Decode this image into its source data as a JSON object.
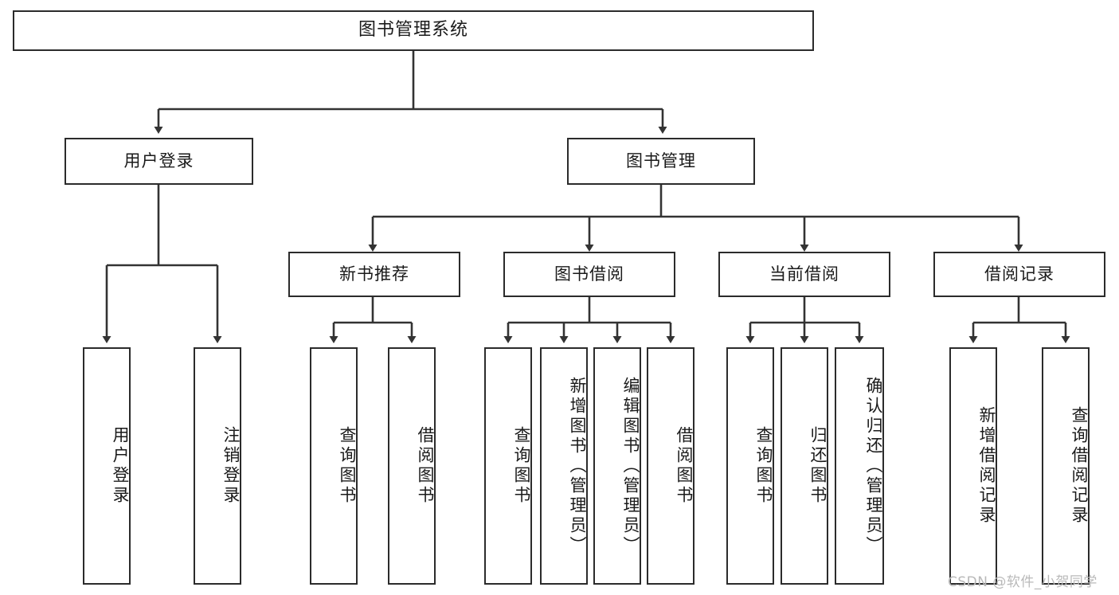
{
  "diagram": {
    "type": "tree-hierarchy",
    "title": "图书管理系统",
    "watermark": "CSDN @软件_小贺同学",
    "colors": {
      "node_border": "#2b2b2b",
      "node_fill": "#ffffff",
      "connector": "#333333",
      "text": "#1a1a1a",
      "watermark": "#b9b9b9"
    },
    "root": {
      "label": "图书管理系统"
    },
    "level2": [
      {
        "label": "用户登录"
      },
      {
        "label": "图书管理"
      }
    ],
    "level3": [
      {
        "label": "新书推荐"
      },
      {
        "label": "图书借阅"
      },
      {
        "label": "当前借阅"
      },
      {
        "label": "借阅记录"
      }
    ],
    "leaves": {
      "user_login": [
        {
          "label": "用户登录"
        },
        {
          "label": "注销登录"
        }
      ],
      "new_book_recommend": [
        {
          "label": "查询图书"
        },
        {
          "label": "借阅图书"
        }
      ],
      "book_borrow": [
        {
          "label": "查询图书"
        },
        {
          "label": "新增图书（管理员）"
        },
        {
          "label": "编辑图书（管理员）"
        },
        {
          "label": "借阅图书"
        }
      ],
      "current_borrow": [
        {
          "label": "查询图书"
        },
        {
          "label": "归还图书"
        },
        {
          "label": "确认归还（管理员）"
        }
      ],
      "borrow_record": [
        {
          "label": "新增借阅记录"
        },
        {
          "label": "查询借阅记录"
        }
      ]
    }
  }
}
